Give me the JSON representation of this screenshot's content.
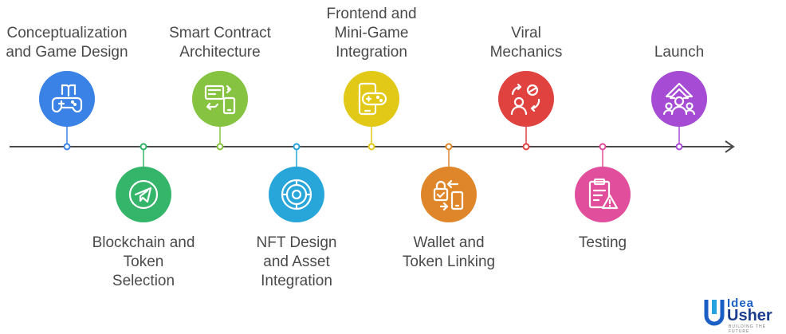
{
  "steps": [
    {
      "label": "Conceptualization\nand Game Design",
      "color": "#3b82e6",
      "icon": "gamepad-book-icon"
    },
    {
      "label": "Blockchain and\nToken\nSelection",
      "color": "#34b56a",
      "icon": "telegram-icon"
    },
    {
      "label": "Smart Contract\nArchitecture",
      "color": "#86c341",
      "icon": "contract-phone-icon"
    },
    {
      "label": "NFT Design\nand Asset\nIntegration",
      "color": "#28a5d9",
      "icon": "nft-target-icon"
    },
    {
      "label": "Frontend and\nMini-Game\nIntegration",
      "color": "#e3c917",
      "icon": "phone-gamepad-icon"
    },
    {
      "label": "Wallet and\nToken Linking",
      "color": "#e0862a",
      "icon": "wallet-lock-icon"
    },
    {
      "label": "Viral\nMechanics",
      "color": "#e0423f",
      "icon": "viral-users-icon"
    },
    {
      "label": "Testing",
      "color": "#e04e9c",
      "icon": "clipboard-warning-icon"
    },
    {
      "label": "Launch",
      "color": "#a64bd4",
      "icon": "rocket-launch-icon"
    }
  ],
  "logo": {
    "line1": "Idea",
    "line2": "Usher",
    "tagline": "BUILDING THE FUTURE"
  }
}
